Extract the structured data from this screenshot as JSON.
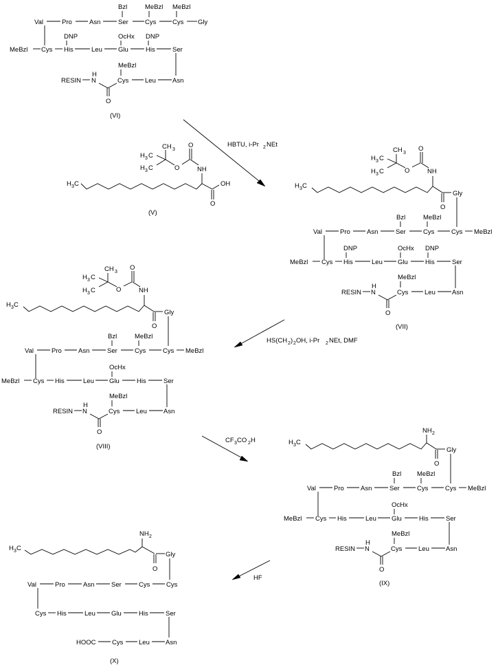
{
  "diagram": {
    "type": "reaction-scheme",
    "background": "#ffffff",
    "ink": "#000000"
  },
  "compounds": {
    "VI": {
      "label": "(VI)",
      "row1": [
        "Val",
        "Pro",
        "Asn",
        "Ser",
        "Cys",
        "Cys",
        "Gly"
      ],
      "row1_protect": {
        "Ser": "Bzl",
        "Cys1": "MeBzl",
        "Cys2": "MeBzl"
      },
      "row2": [
        "MeBzl",
        "Cys",
        "His",
        "Leu",
        "Glu",
        "His",
        "Ser"
      ],
      "row2_protect": {
        "His1": "DNP",
        "Glu": "OcHx",
        "His2": "DNP"
      },
      "row3": [
        "RESIN",
        "N",
        "H",
        "O",
        "Cys",
        "Leu",
        "Asn"
      ],
      "row3_protect": {
        "Cys": "MeBzl"
      }
    },
    "V": {
      "label": "(V)",
      "boc": {
        "ch3_top": "CH",
        "ch3_top_sub": "3",
        "h3c_a": "H",
        "h3c_a_sub": "3",
        "h3c_a_c": "C",
        "h3c_b": "H",
        "h3c_b_sub": "3",
        "h3c_b_c": "C",
        "o_ether": "O",
        "o_carbonyl": "O",
        "nh": "NH"
      },
      "chain_start": {
        "h": "H",
        "sub": "3",
        "c": "C"
      },
      "acid": {
        "oh": "OH",
        "o": "O"
      }
    },
    "VII": {
      "label": "(VII)",
      "boc": {
        "ch3_top": "CH",
        "ch3_top_sub": "3",
        "h3c_a": "H",
        "h3c_a_sub": "3",
        "h3c_a_c": "C",
        "h3c_b": "H",
        "h3c_b_sub": "3",
        "h3c_b_c": "C",
        "o_ether": "O",
        "o_carbonyl": "O",
        "nh": "NH"
      },
      "chain_start": {
        "h": "H",
        "sub": "3",
        "c": "C"
      },
      "carbonyl_o": "O",
      "gly": "Gly",
      "row1": [
        "Val",
        "Pro",
        "Asn",
        "Ser",
        "Cys",
        "Cys",
        "MeBzl"
      ],
      "row1_protect": {
        "Ser": "Bzl",
        "Cys1": "MeBzl"
      },
      "row2": [
        "MeBzl",
        "Cys",
        "His",
        "Leu",
        "Glu",
        "His",
        "Ser"
      ],
      "row2_protect": {
        "His1": "DNP",
        "Glu": "OcHx",
        "His2": "DNP"
      },
      "row3": [
        "RESIN",
        "N",
        "H",
        "O",
        "Cys",
        "Leu",
        "Asn"
      ],
      "row3_protect": {
        "Cys": "MeBzl"
      }
    },
    "VIII": {
      "label": "(VIII)",
      "boc": {
        "ch3_top": "CH",
        "ch3_top_sub": "3",
        "h3c_a": "H",
        "h3c_a_sub": "3",
        "h3c_a_c": "C",
        "h3c_b": "H",
        "h3c_b_sub": "3",
        "h3c_b_c": "C",
        "o_ether": "O",
        "o_carbonyl": "O",
        "nh": "NH"
      },
      "chain_start": {
        "h": "H",
        "sub": "3",
        "c": "C"
      },
      "carbonyl_o": "O",
      "gly": "Gly",
      "row1": [
        "Val",
        "Pro",
        "Asn",
        "Ser",
        "Cys",
        "Cys",
        "MeBzl"
      ],
      "row1_protect": {
        "Ser": "Bzl",
        "Cys1": "MeBzl"
      },
      "row2": [
        "MeBzl",
        "Cys",
        "His",
        "Leu",
        "Glu",
        "His",
        "Ser"
      ],
      "row2_protect": {
        "Glu": "OcHx"
      },
      "row3": [
        "RESIN",
        "N",
        "H",
        "O",
        "Cys",
        "Leu",
        "Asn"
      ],
      "row3_protect": {
        "Cys": "MeBzl"
      }
    },
    "IX": {
      "label": "(IX)",
      "amine": {
        "nh": "NH",
        "sub": "2"
      },
      "chain_start": {
        "h": "H",
        "sub": "3",
        "c": "C"
      },
      "carbonyl_o": "O",
      "gly": "Gly",
      "row1": [
        "Val",
        "Pro",
        "Asn",
        "Ser",
        "Cys",
        "Cys",
        "MeBzl"
      ],
      "row1_protect": {
        "Ser": "Bzl",
        "Cys1": "MeBzl"
      },
      "row2": [
        "MeBzl",
        "Cys",
        "His",
        "Leu",
        "Glu",
        "His",
        "Ser"
      ],
      "row2_protect": {
        "Glu": "OcHx"
      },
      "row3": [
        "RESIN",
        "N",
        "H",
        "O",
        "Cys",
        "Leu",
        "Asn"
      ],
      "row3_protect": {
        "Cys": "MeBzl"
      }
    },
    "X": {
      "label": "(X)",
      "amine": {
        "nh": "NH",
        "sub": "2"
      },
      "chain_start": {
        "h": "H",
        "sub": "3",
        "c": "C"
      },
      "carbonyl_o": "O",
      "gly": "Gly",
      "row1": [
        "Val",
        "Pro",
        "Asn",
        "Ser",
        "Cys",
        "Cys"
      ],
      "row2": [
        "Cys",
        "His",
        "Leu",
        "Glu",
        "His",
        "Ser"
      ],
      "row3": [
        "HOOC",
        "Cys",
        "Leu",
        "Asn"
      ]
    }
  },
  "arrows": [
    {
      "from": "VI+V",
      "to": "VII",
      "reagents": [
        "HBTU, i-Pr",
        "2",
        "NEt"
      ]
    },
    {
      "from": "VII",
      "to": "VIII",
      "reagents": [
        "HS(CH",
        "2",
        ")",
        "2",
        "OH, i-Pr",
        "2",
        "NEt, DMF"
      ]
    },
    {
      "from": "VIII",
      "to": "IX",
      "reagents": [
        "CF",
        "3",
        "CO",
        "2",
        "H"
      ]
    },
    {
      "from": "IX",
      "to": "X",
      "reagents": [
        "HF"
      ]
    }
  ]
}
